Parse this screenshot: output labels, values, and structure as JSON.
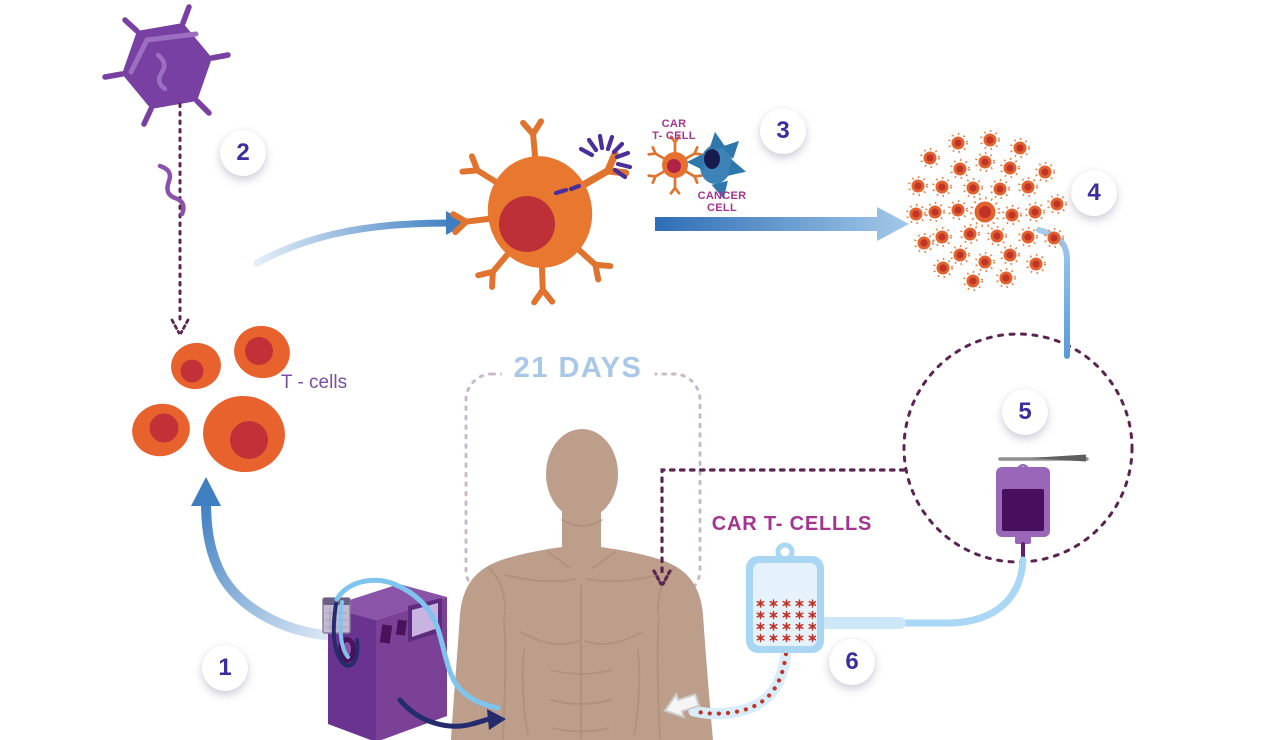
{
  "labels": {
    "t_cells": "T - cells",
    "car_t_cell": [
      "CAR",
      "T- CELL"
    ],
    "cancer_cell": [
      "CANCER",
      "CELL"
    ],
    "car_t_cells_bag": "CAR T- CELLLS",
    "duration": "21 DAYS"
  },
  "badges": [
    "1",
    "2",
    "3",
    "4",
    "5",
    "6"
  ],
  "icons": {
    "adenovirus-icon": "purple-hexagon-viral-vector",
    "rna-strand-icon": "purple-squiggle",
    "t-cells-icon": "orange-cells-with-red-nuclei",
    "car-t-cell-icon": "orange-cell-with-y-receptors",
    "cancer-cell-icon": "blue-cell-with-membrane-arrows",
    "cell-cluster-icon": "expanded-car-t-cell-colony",
    "iv-bag-icon": "purple-infusion-bag-on-hanger",
    "cell-bag-icon": "blue-collection-bag-with-cells",
    "apheresis-machine-icon": "purple-apheresis-machine",
    "body-silhouette": "human-torso",
    "infusion-arrow-icon": "outlined-arrow-into-arm"
  },
  "colors": {
    "virus_purple": "#7840A2",
    "cell_orange": "#E8622E",
    "nucleus_red": "#C23038",
    "arrow_blue": "#3F7FC1",
    "light_blue_tube": "#A9D7F5",
    "label_magenta": "#A3348F",
    "label_purple": "#7B4EA3",
    "days_blue": "#A9C7E8",
    "badge_number_indigo": "#3A2F9C",
    "dash_dark_purple": "#5C2450",
    "dash_light_mauve": "#C9B9C9",
    "body_tan": "#BC9E8B",
    "machine_purple": "#7A4197",
    "cancer_cell_blue": "#3E83B8",
    "bag_dark_purple": "#470F5E"
  }
}
